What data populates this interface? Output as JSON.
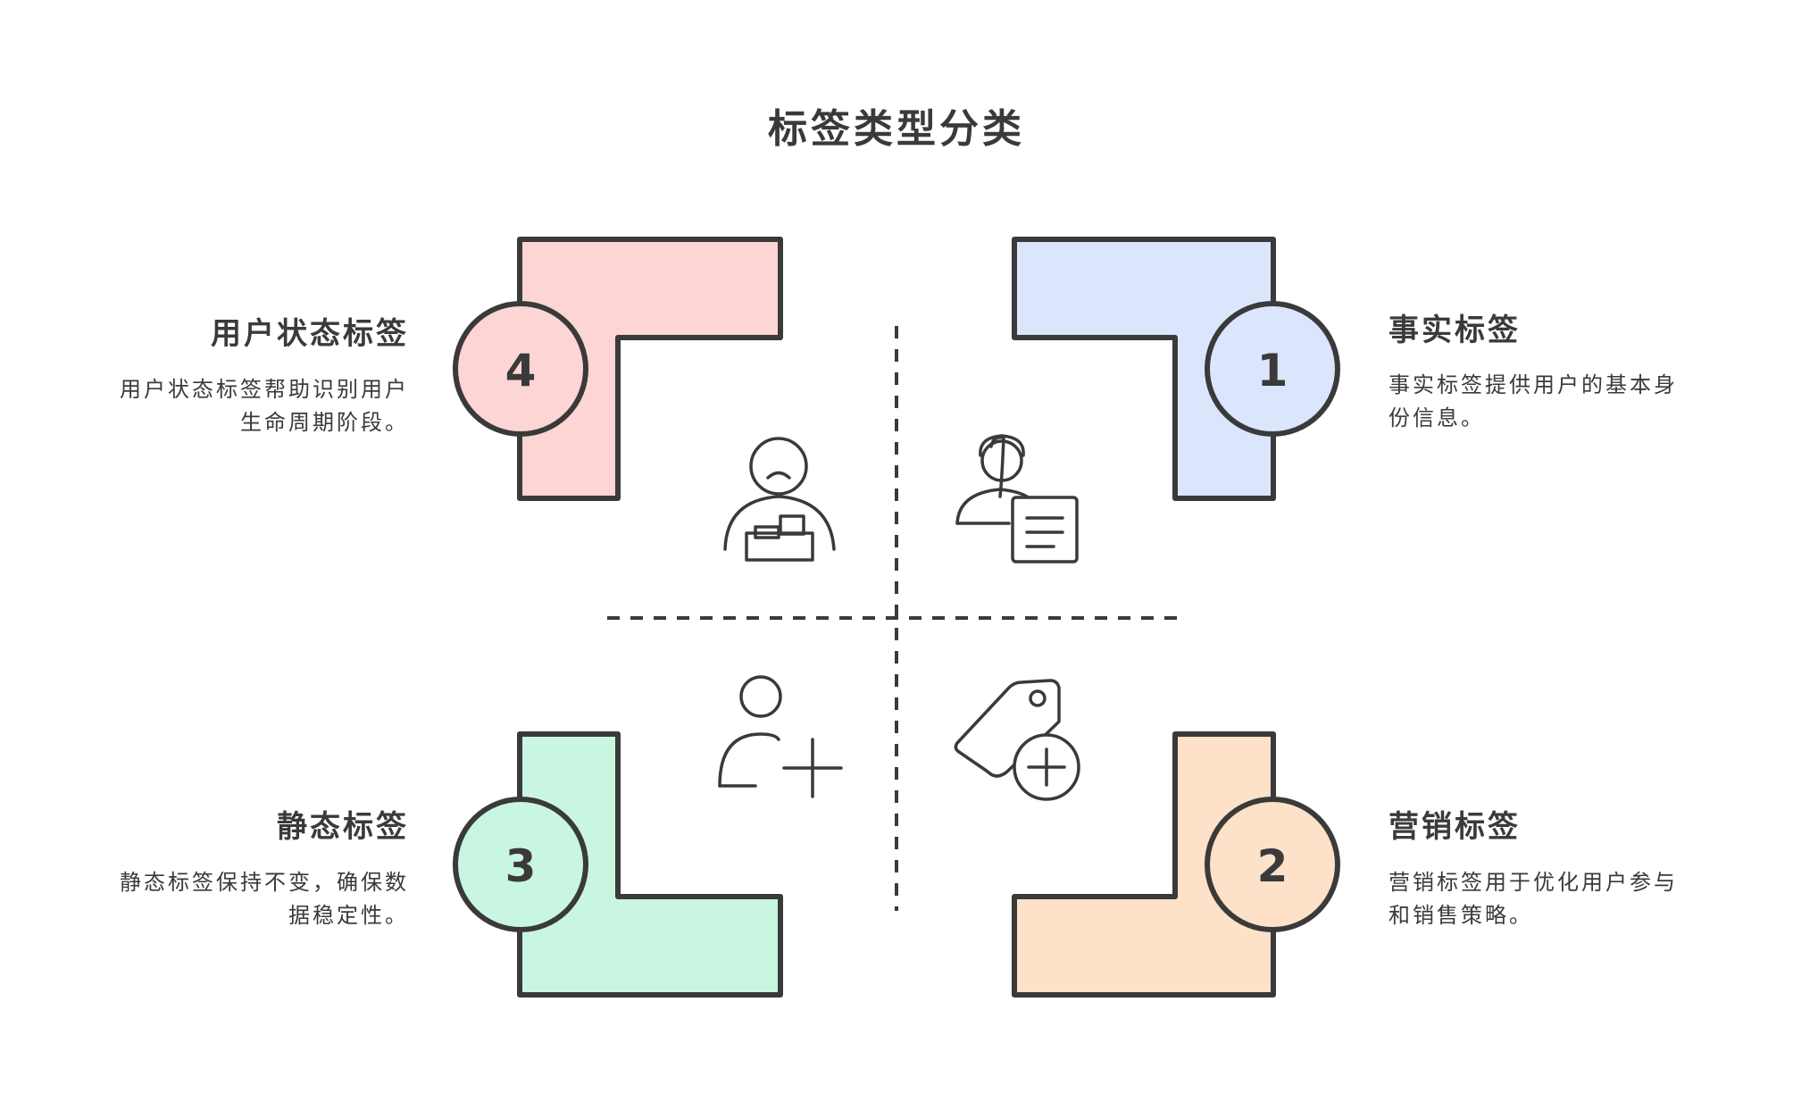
{
  "title": "标签类型分类",
  "colors": {
    "stroke": "#3a3a3a",
    "fact": "#dbe6fd",
    "marketing": "#fde1c8",
    "static": "#c9f6e1",
    "user_state": "#fdd5d5"
  },
  "items": [
    {
      "number": "1",
      "heading": "事实标签",
      "description": "事实标签提供用户的基本身份信息。",
      "icon": "user-document-icon"
    },
    {
      "number": "2",
      "heading": "营销标签",
      "description": "营销标签用于优化用户参与和销售策略。",
      "icon": "add-tag-icon"
    },
    {
      "number": "3",
      "heading": "静态标签",
      "description": "静态标签保持不变，确保数据稳定性。",
      "icon": "add-user-icon"
    },
    {
      "number": "4",
      "heading": "用户状态标签",
      "description": "用户状态标签帮助识别用户生命周期阶段。",
      "icon": "sad-user-at-desk-icon"
    }
  ]
}
